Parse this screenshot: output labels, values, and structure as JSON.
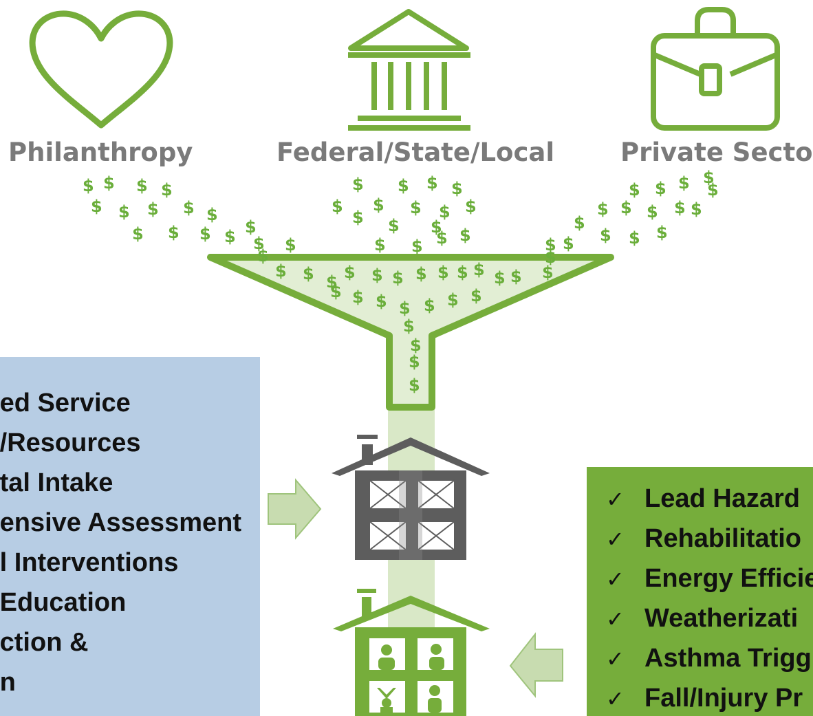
{
  "sources": {
    "philanthropy": "Philanthropy",
    "government": "Federal/State/Local",
    "private": "Private Sector"
  },
  "currency_symbol": "$",
  "left_box": {
    "items": [
      "ed Service",
      "/Resources",
      "tal Intake",
      "ensive Assessment",
      "l Interventions",
      "Education",
      "ction &",
      "n"
    ]
  },
  "right_box": {
    "check_symbol": "✓",
    "items": [
      "Lead Hazard",
      "Rehabilitatio",
      "Energy Efficie",
      "Weatherizati",
      "Asthma Trigg",
      "Fall/Injury Pr"
    ]
  },
  "colors": {
    "green": "#76ad3b",
    "light_green": "#cfe3b4",
    "blue_box": "#b7cde4",
    "gray": "#7a7a7a",
    "dark_gray": "#5d5d5d"
  }
}
